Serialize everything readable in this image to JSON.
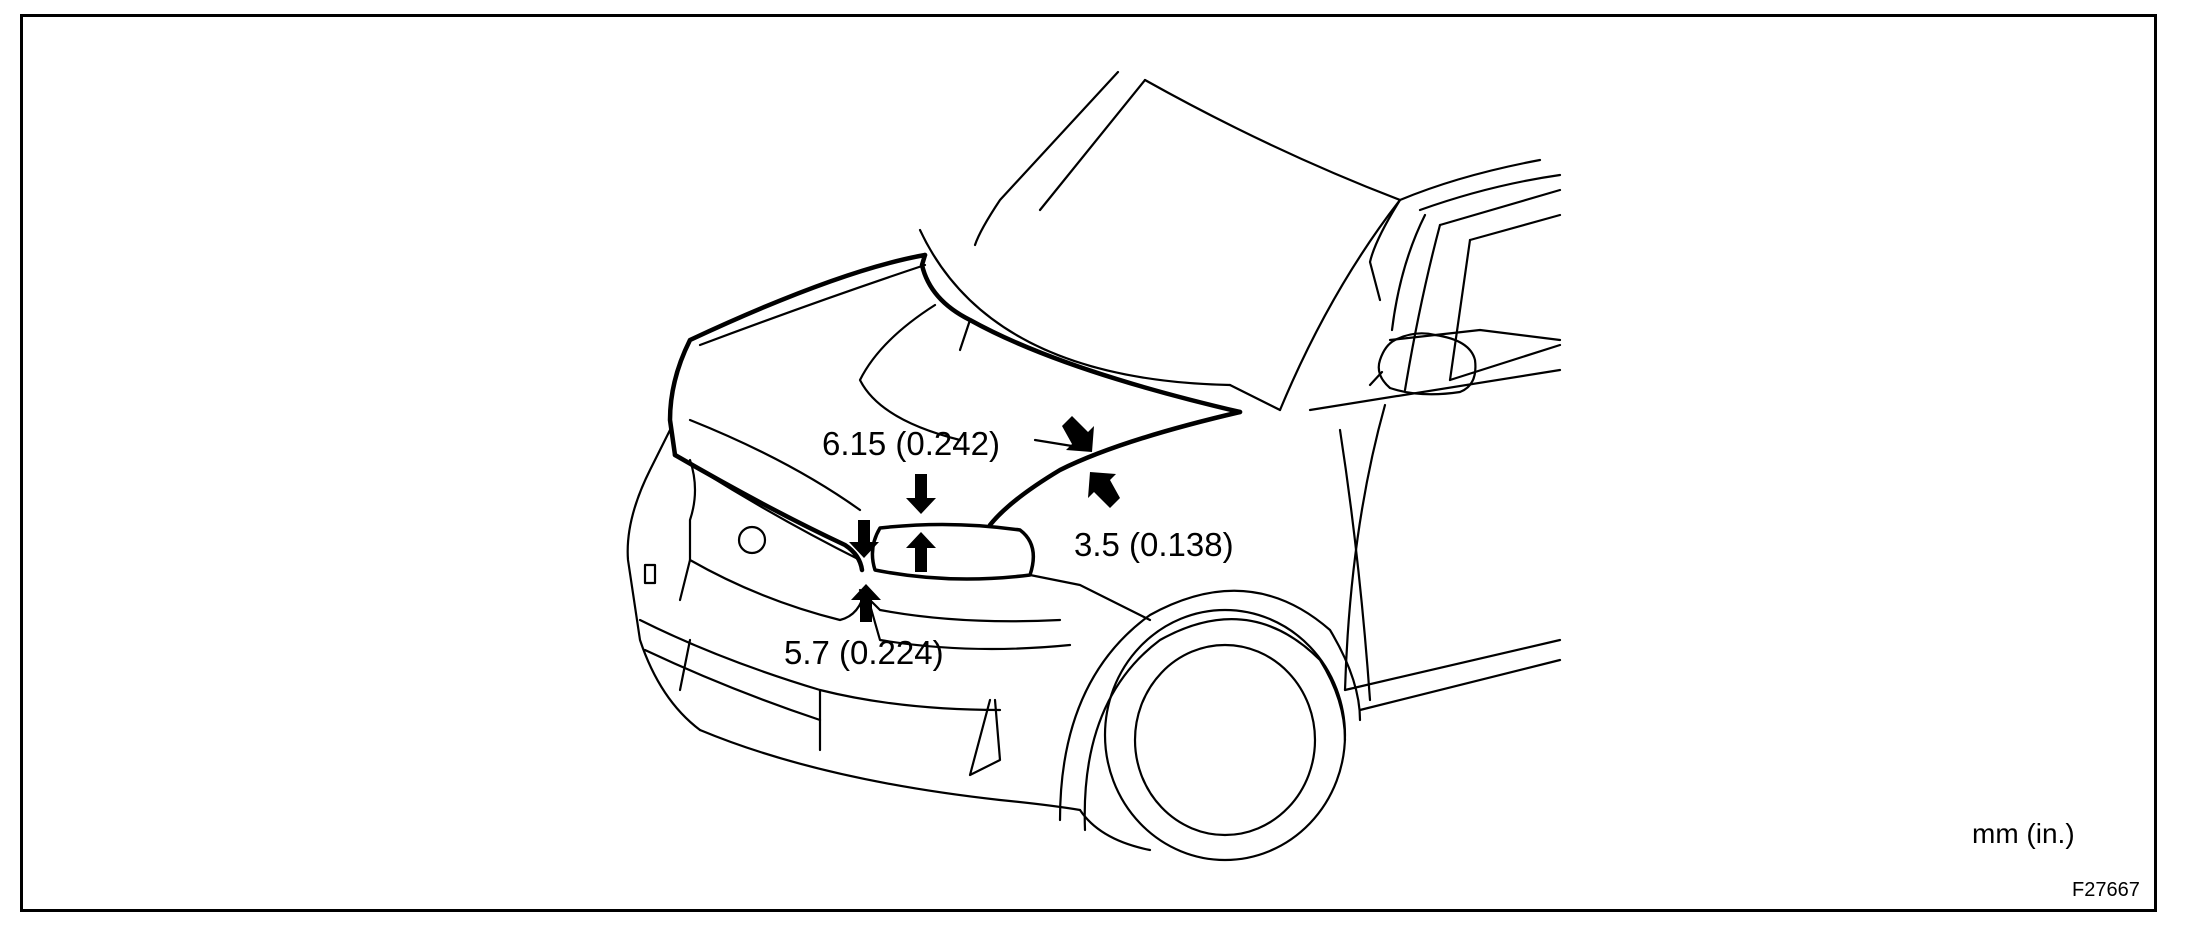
{
  "diagram": {
    "subject": "hood clearance measurement",
    "dimensions": [
      {
        "id": "hood-to-fender-rear",
        "text": "6.15 (0.242)"
      },
      {
        "id": "hood-to-headlamp",
        "text": "3.5 (0.138)"
      },
      {
        "id": "hood-to-grille",
        "text": "5.7 (0.224)"
      }
    ],
    "units_note": "mm (in.)",
    "figure_id": "F27667",
    "colors": {
      "line": "#000000",
      "background": "#ffffff"
    }
  }
}
